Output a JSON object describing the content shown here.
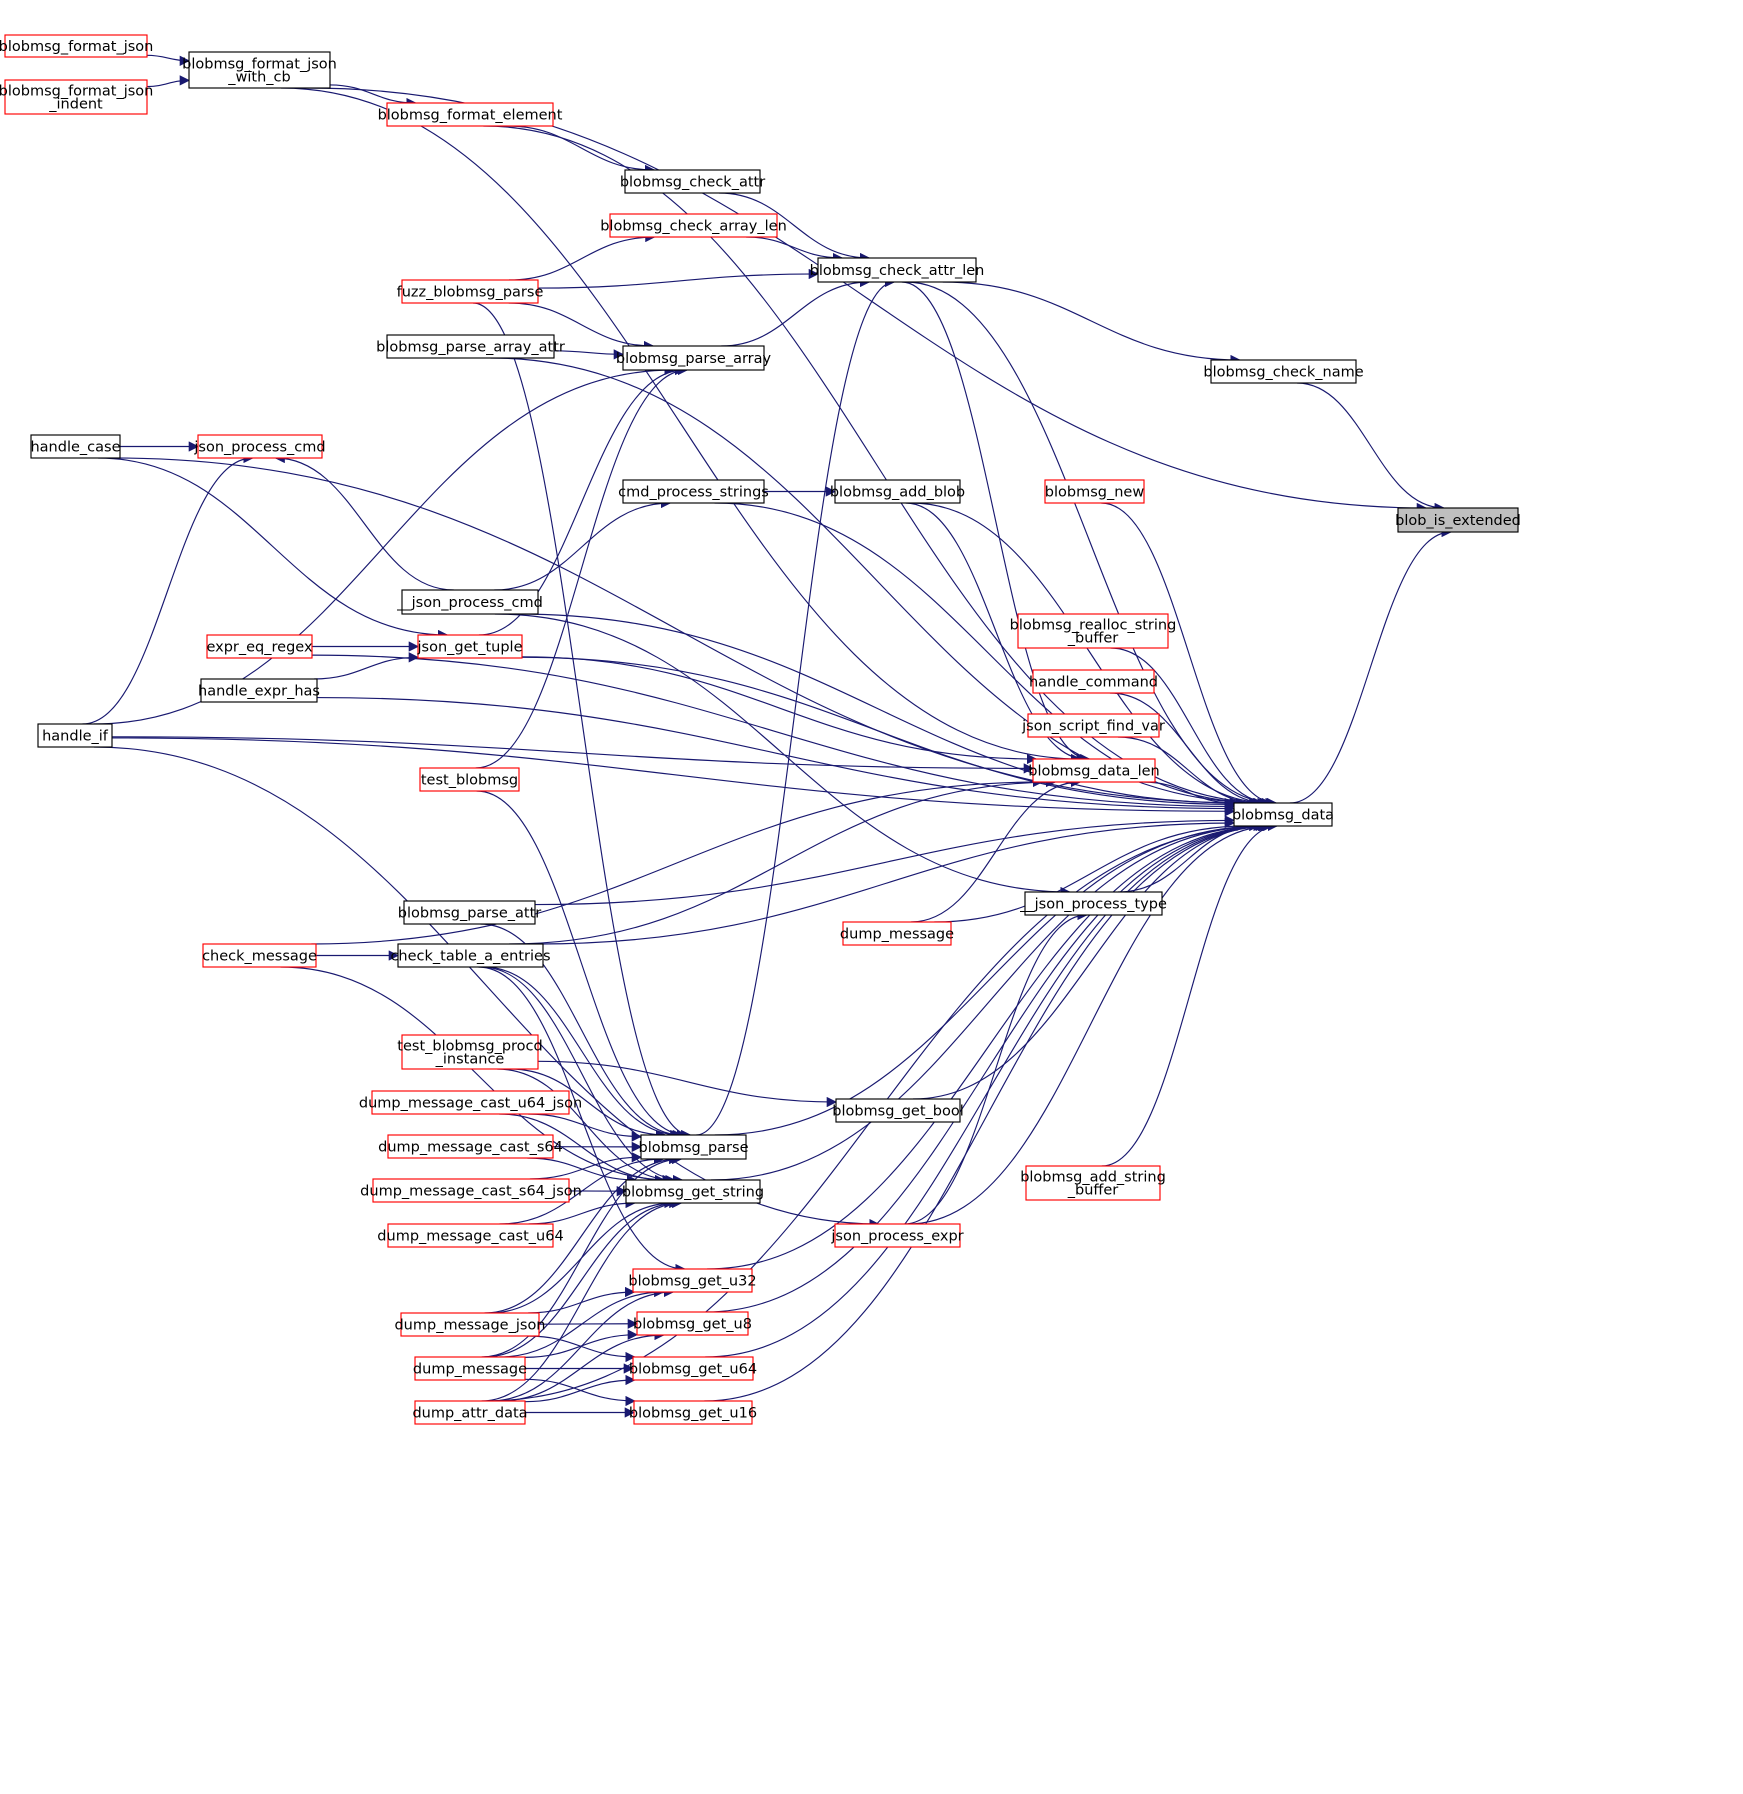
{
  "colors": {
    "edge": "#191970",
    "link_border": "#ff0000",
    "plain_border": "#000000",
    "focus_fill": "#bfbfbf"
  },
  "nodes": [
    {
      "id": "format_json",
      "lines": [
        "blobmsg_format_json"
      ],
      "style": "red"
    },
    {
      "id": "format_json_indent",
      "lines": [
        "blobmsg_format_json",
        "_indent"
      ],
      "style": "red"
    },
    {
      "id": "format_json_with_cb",
      "lines": [
        "blobmsg_format_json",
        "_with_cb"
      ],
      "style": "black"
    },
    {
      "id": "format_element",
      "lines": [
        "blobmsg_format_element"
      ],
      "style": "red"
    },
    {
      "id": "check_attr",
      "lines": [
        "blobmsg_check_attr"
      ],
      "style": "black"
    },
    {
      "id": "check_array_len",
      "lines": [
        "blobmsg_check_array_len"
      ],
      "style": "red"
    },
    {
      "id": "check_attr_len",
      "lines": [
        "blobmsg_check_attr_len"
      ],
      "style": "black"
    },
    {
      "id": "fuzz_parse",
      "lines": [
        "fuzz_blobmsg_parse"
      ],
      "style": "red"
    },
    {
      "id": "parse_array_attr",
      "lines": [
        "blobmsg_parse_array_attr"
      ],
      "style": "black"
    },
    {
      "id": "parse_array",
      "lines": [
        "blobmsg_parse_array"
      ],
      "style": "black"
    },
    {
      "id": "check_name",
      "lines": [
        "blobmsg_check_name"
      ],
      "style": "black"
    },
    {
      "id": "handle_case",
      "lines": [
        "handle_case"
      ],
      "style": "black"
    },
    {
      "id": "json_process_cmd",
      "lines": [
        "json_process_cmd"
      ],
      "style": "red"
    },
    {
      "id": "cmd_process_strings",
      "lines": [
        "cmd_process_strings"
      ],
      "style": "black"
    },
    {
      "id": "add_blob",
      "lines": [
        "blobmsg_add_blob"
      ],
      "style": "black"
    },
    {
      "id": "blobmsg_new",
      "lines": [
        "blobmsg_new"
      ],
      "style": "red"
    },
    {
      "id": "blob_is_extended",
      "lines": [
        "blob_is_extended"
      ],
      "style": "gray"
    },
    {
      "id": "__json_process_cmd",
      "lines": [
        "__json_process_cmd"
      ],
      "style": "black"
    },
    {
      "id": "realloc_string_buffer",
      "lines": [
        "blobmsg_realloc_string",
        "_buffer"
      ],
      "style": "red"
    },
    {
      "id": "expr_eq_regex",
      "lines": [
        "expr_eq_regex"
      ],
      "style": "red"
    },
    {
      "id": "json_get_tuple",
      "lines": [
        "json_get_tuple"
      ],
      "style": "red"
    },
    {
      "id": "handle_command",
      "lines": [
        "handle_command"
      ],
      "style": "red"
    },
    {
      "id": "handle_expr_has",
      "lines": [
        "handle_expr_has"
      ],
      "style": "black"
    },
    {
      "id": "json_script_find_var",
      "lines": [
        "json_script_find_var"
      ],
      "style": "red"
    },
    {
      "id": "handle_if",
      "lines": [
        "handle_if"
      ],
      "style": "black"
    },
    {
      "id": "data_len",
      "lines": [
        "blobmsg_data_len"
      ],
      "style": "red"
    },
    {
      "id": "test_blobmsg",
      "lines": [
        "test_blobmsg"
      ],
      "style": "red"
    },
    {
      "id": "blobmsg_data",
      "lines": [
        "blobmsg_data"
      ],
      "style": "black"
    },
    {
      "id": "__json_process_type",
      "lines": [
        "__json_process_type"
      ],
      "style": "black"
    },
    {
      "id": "blobmsg_parse_attr",
      "lines": [
        "blobmsg_parse_attr"
      ],
      "style": "black"
    },
    {
      "id": "dump_message_top",
      "lines": [
        "dump_message"
      ],
      "style": "red"
    },
    {
      "id": "check_message",
      "lines": [
        "check_message"
      ],
      "style": "red"
    },
    {
      "id": "check_table_a_entries",
      "lines": [
        "check_table_a_entries"
      ],
      "style": "black"
    },
    {
      "id": "test_procd_instance",
      "lines": [
        "test_blobmsg_procd",
        "_instance"
      ],
      "style": "red"
    },
    {
      "id": "get_bool",
      "lines": [
        "blobmsg_get_bool"
      ],
      "style": "black"
    },
    {
      "id": "cast_u64_json",
      "lines": [
        "dump_message_cast_u64_json"
      ],
      "style": "red"
    },
    {
      "id": "cast_s64",
      "lines": [
        "dump_message_cast_s64"
      ],
      "style": "red"
    },
    {
      "id": "blobmsg_parse",
      "lines": [
        "blobmsg_parse"
      ],
      "style": "black"
    },
    {
      "id": "cast_s64_json",
      "lines": [
        "dump_message_cast_s64_json"
      ],
      "style": "red"
    },
    {
      "id": "get_string",
      "lines": [
        "blobmsg_get_string"
      ],
      "style": "black"
    },
    {
      "id": "add_string_buffer",
      "lines": [
        "blobmsg_add_string",
        "_buffer"
      ],
      "style": "red"
    },
    {
      "id": "cast_u64",
      "lines": [
        "dump_message_cast_u64"
      ],
      "style": "red"
    },
    {
      "id": "json_process_expr",
      "lines": [
        "json_process_expr"
      ],
      "style": "red"
    },
    {
      "id": "get_u32",
      "lines": [
        "blobmsg_get_u32"
      ],
      "style": "red"
    },
    {
      "id": "dump_message_json",
      "lines": [
        "dump_message_json"
      ],
      "style": "red"
    },
    {
      "id": "get_u8",
      "lines": [
        "blobmsg_get_u8"
      ],
      "style": "red"
    },
    {
      "id": "dump_message_bot",
      "lines": [
        "dump_message"
      ],
      "style": "red"
    },
    {
      "id": "get_u64",
      "lines": [
        "blobmsg_get_u64"
      ],
      "style": "red"
    },
    {
      "id": "dump_attr_data",
      "lines": [
        "dump_attr_data"
      ],
      "style": "red"
    },
    {
      "id": "get_u16",
      "lines": [
        "blobmsg_get_u16"
      ],
      "style": "red"
    }
  ],
  "edges": [
    [
      "format_json",
      "format_json_with_cb"
    ],
    [
      "format_json_indent",
      "format_json_with_cb"
    ],
    [
      "format_json_with_cb",
      "format_element"
    ],
    [
      "format_element",
      "check_attr"
    ],
    [
      "check_attr",
      "check_attr_len"
    ],
    [
      "check_array_len",
      "check_attr_len"
    ],
    [
      "fuzz_parse",
      "check_array_len"
    ],
    [
      "fuzz_parse",
      "check_attr_len"
    ],
    [
      "parse_array",
      "check_attr_len"
    ],
    [
      "parse_array_attr",
      "parse_array"
    ],
    [
      "fuzz_parse",
      "parse_array"
    ],
    [
      "handle_case",
      "json_process_cmd"
    ],
    [
      "handle_if",
      "json_process_cmd"
    ],
    [
      "__json_process_cmd",
      "json_process_cmd"
    ],
    [
      "cmd_process_strings",
      "add_blob"
    ],
    [
      "__json_process_cmd",
      "cmd_process_strings"
    ],
    [
      "check_name",
      "blob_is_extended"
    ],
    [
      "blobmsg_data",
      "blob_is_extended"
    ],
    [
      "format_json_with_cb",
      "blob_is_extended"
    ],
    [
      "check_attr_len",
      "check_name"
    ],
    [
      "expr_eq_regex",
      "json_get_tuple"
    ],
    [
      "handle_expr_has",
      "json_get_tuple"
    ],
    [
      "handle_case",
      "json_get_tuple"
    ],
    [
      "handle_if",
      "parse_array"
    ],
    [
      "json_get_tuple",
      "parse_array"
    ],
    [
      "test_blobmsg",
      "parse_array"
    ],
    [
      "handle_if",
      "data_len"
    ],
    [
      "check_message",
      "data_len"
    ],
    [
      "check_table_a_entries",
      "data_len"
    ],
    [
      "dump_message_top",
      "data_len"
    ],
    [
      "add_blob",
      "data_len"
    ],
    [
      "check_attr_len",
      "data_len"
    ],
    [
      "format_json_with_cb",
      "data_len"
    ],
    [
      "json_get_tuple",
      "data_len"
    ],
    [
      "format_element",
      "blobmsg_data"
    ],
    [
      "check_attr_len",
      "blobmsg_data"
    ],
    [
      "parse_array_attr",
      "blobmsg_data"
    ],
    [
      "handle_case",
      "blobmsg_data"
    ],
    [
      "__json_process_cmd",
      "blobmsg_data"
    ],
    [
      "cmd_process_strings",
      "blobmsg_data"
    ],
    [
      "add_blob",
      "blobmsg_data"
    ],
    [
      "blobmsg_new",
      "blobmsg_data"
    ],
    [
      "json_get_tuple",
      "blobmsg_data"
    ],
    [
      "realloc_string_buffer",
      "blobmsg_data"
    ],
    [
      "handle_command",
      "blobmsg_data"
    ],
    [
      "json_script_find_var",
      "blobmsg_data"
    ],
    [
      "data_len",
      "blobmsg_data"
    ],
    [
      "expr_eq_regex",
      "blobmsg_data"
    ],
    [
      "__json_process_type",
      "blobmsg_data"
    ],
    [
      "dump_message_top",
      "blobmsg_data"
    ],
    [
      "handle_expr_has",
      "blobmsg_data"
    ],
    [
      "blobmsg_parse_attr",
      "blobmsg_data"
    ],
    [
      "check_table_a_entries",
      "blobmsg_data"
    ],
    [
      "get_bool",
      "blobmsg_data"
    ],
    [
      "get_string",
      "blobmsg_data"
    ],
    [
      "add_string_buffer",
      "blobmsg_data"
    ],
    [
      "json_process_expr",
      "blobmsg_data"
    ],
    [
      "blobmsg_parse",
      "blobmsg_data"
    ],
    [
      "get_u32",
      "blobmsg_data"
    ],
    [
      "get_u8",
      "blobmsg_data"
    ],
    [
      "get_u64",
      "blobmsg_data"
    ],
    [
      "get_u16",
      "blobmsg_data"
    ],
    [
      "dump_attr_data",
      "blobmsg_data"
    ],
    [
      "handle_if",
      "blobmsg_data"
    ],
    [
      "__json_process_cmd",
      "__json_process_type"
    ],
    [
      "json_process_expr",
      "__json_process_type"
    ],
    [
      "check_message",
      "check_table_a_entries"
    ],
    [
      "test_procd_instance",
      "get_bool"
    ],
    [
      "blobmsg_parse",
      "check_attr_len"
    ],
    [
      "blobmsg_parse_attr",
      "blobmsg_parse"
    ],
    [
      "check_table_a_entries",
      "blobmsg_parse"
    ],
    [
      "test_blobmsg",
      "blobmsg_parse"
    ],
    [
      "fuzz_parse",
      "blobmsg_parse"
    ],
    [
      "test_procd_instance",
      "blobmsg_parse"
    ],
    [
      "cast_u64_json",
      "blobmsg_parse"
    ],
    [
      "cast_s64",
      "blobmsg_parse"
    ],
    [
      "cast_s64_json",
      "blobmsg_parse"
    ],
    [
      "cast_u64",
      "blobmsg_parse"
    ],
    [
      "dump_message_json",
      "blobmsg_parse"
    ],
    [
      "dump_message_bot",
      "blobmsg_parse"
    ],
    [
      "cast_u64_json",
      "get_string"
    ],
    [
      "cast_s64",
      "get_string"
    ],
    [
      "cast_s64_json",
      "get_string"
    ],
    [
      "cast_u64",
      "get_string"
    ],
    [
      "dump_message_json",
      "get_string"
    ],
    [
      "dump_message_bot",
      "get_string"
    ],
    [
      "dump_attr_data",
      "get_string"
    ],
    [
      "check_message",
      "get_string"
    ],
    [
      "check_table_a_entries",
      "get_string"
    ],
    [
      "test_procd_instance",
      "get_string"
    ],
    [
      "handle_if",
      "json_process_expr"
    ],
    [
      "dump_message_json",
      "get_u32"
    ],
    [
      "dump_message_bot",
      "get_u32"
    ],
    [
      "dump_attr_data",
      "get_u32"
    ],
    [
      "check_table_a_entries",
      "get_u32"
    ],
    [
      "dump_message_json",
      "get_u8"
    ],
    [
      "dump_message_bot",
      "get_u8"
    ],
    [
      "dump_attr_data",
      "get_u8"
    ],
    [
      "dump_message_json",
      "get_u64"
    ],
    [
      "dump_message_bot",
      "get_u64"
    ],
    [
      "dump_attr_data",
      "get_u64"
    ],
    [
      "dump_message_bot",
      "get_u16"
    ],
    [
      "dump_attr_data",
      "get_u16"
    ]
  ]
}
